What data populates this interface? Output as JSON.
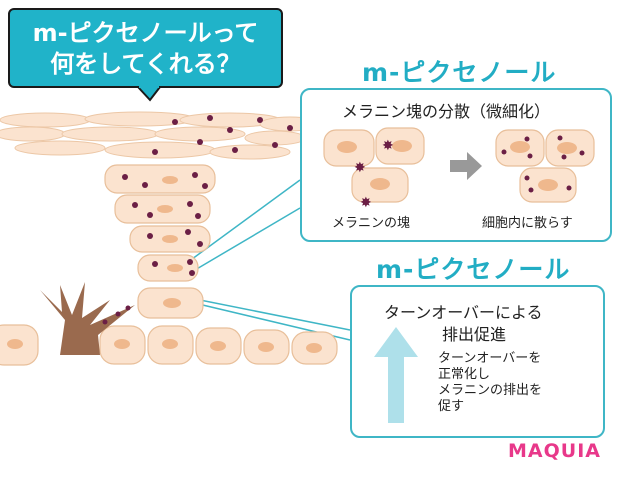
{
  "bubble": {
    "line1": "m-ピクセノールって",
    "line2": "何をしてくれる？"
  },
  "panel1": {
    "title": "m-ピクセノール",
    "heading": "メラニン塊の分散（微細化）",
    "left_caption": "メラニンの塊",
    "right_caption": "細胞内に散らす"
  },
  "panel2": {
    "title": "m-ピクセノール",
    "heading1": "ターンオーバーによる",
    "heading2": "排出促進",
    "body": [
      "ターンオーバーを",
      "正常化し",
      "メラニンの排出を",
      "促す"
    ]
  },
  "brand": "MAQUIA",
  "colors": {
    "teal": "#20b3c9",
    "cell": "#fbe3cf",
    "cell_border": "#e8bf9a",
    "nucleus": "#efb88d",
    "melanin": "#6b1f45",
    "melanocyte": "#9a6a4e",
    "arrow": "#aee0ea",
    "brand": "#e8388a"
  }
}
